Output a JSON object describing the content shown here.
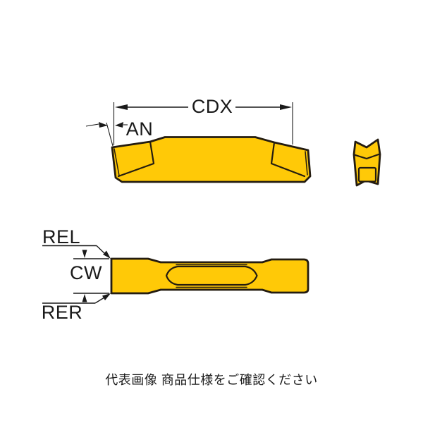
{
  "colors": {
    "insert_yellow": "#FFC907",
    "outline_dark": "#241C10",
    "dimension_black": "#1A1A1A",
    "background": "#FFFFFF"
  },
  "labels": {
    "cdx": "CDX",
    "an": "AN",
    "rel": "REL",
    "cw": "CW",
    "rer": "RER"
  },
  "caption": "代表画像 商品仕様をご確認ください"
}
